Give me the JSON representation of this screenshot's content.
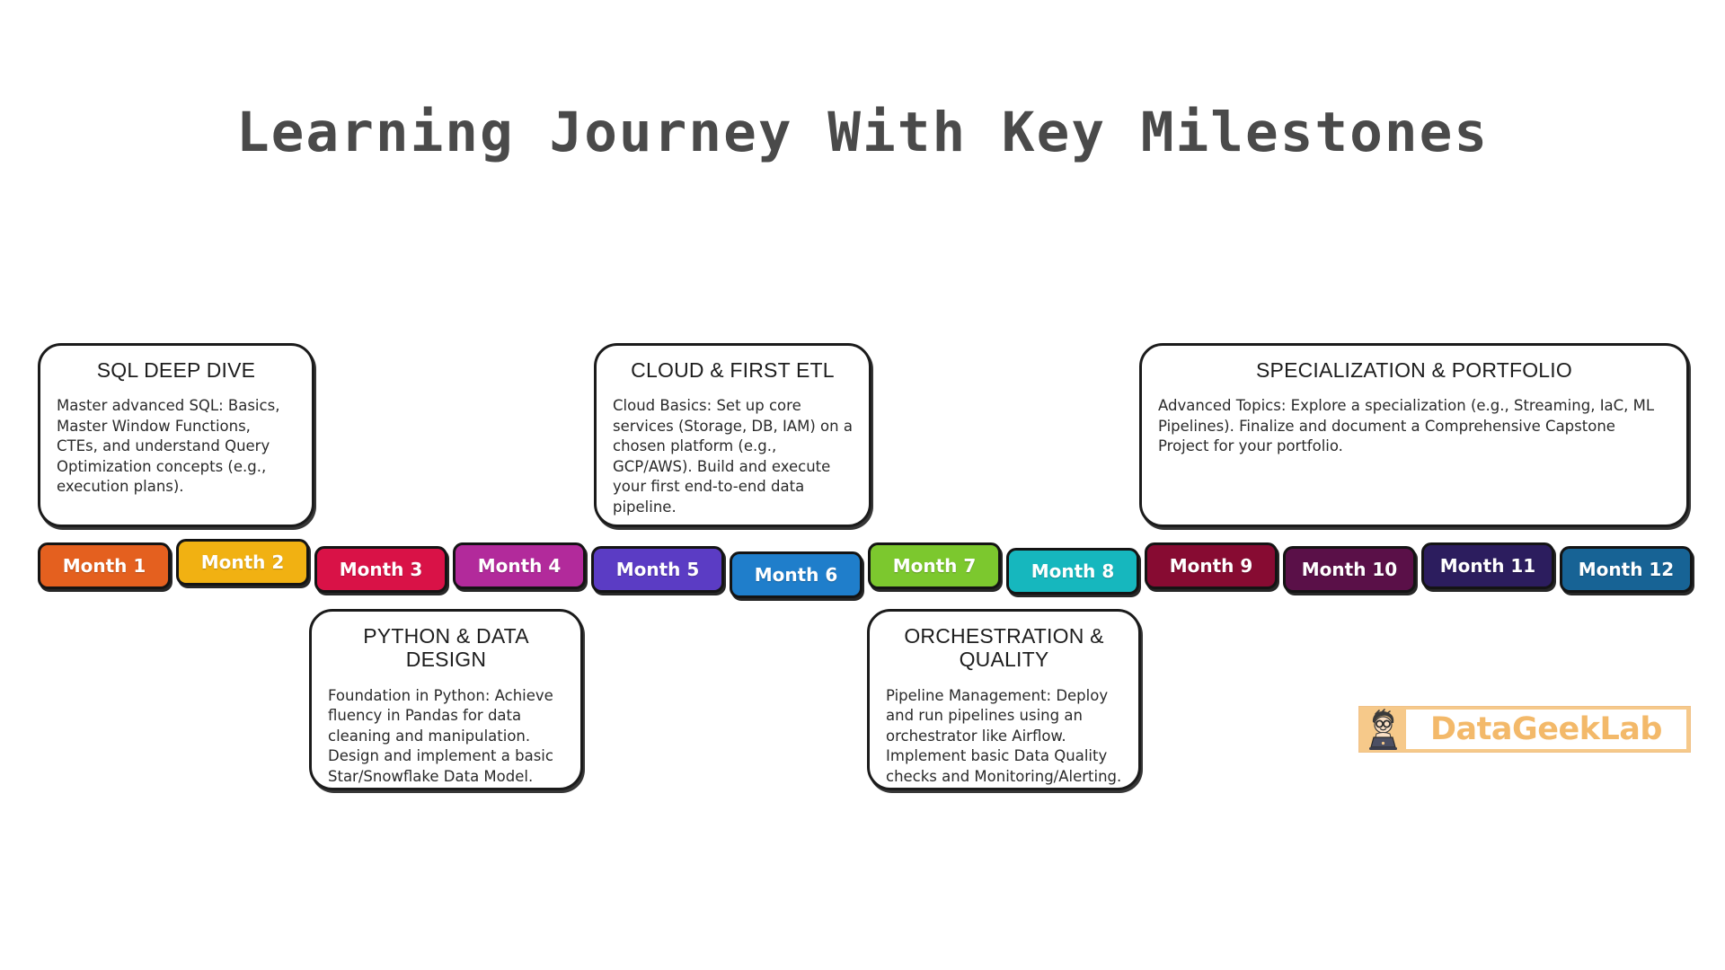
{
  "page": {
    "title": "Learning Journey With Key Milestones",
    "background_color": "#ffffff",
    "title_color": "#4a4a4a"
  },
  "timeline": {
    "months": [
      {
        "label": "Month 1",
        "color": "#e4601f"
      },
      {
        "label": "Month 2",
        "color": "#f1b112"
      },
      {
        "label": "Month 3",
        "color": "#d91247"
      },
      {
        "label": "Month 4",
        "color": "#b22a9b"
      },
      {
        "label": "Month 5",
        "color": "#5b3cc4"
      },
      {
        "label": "Month 6",
        "color": "#1f7ecb"
      },
      {
        "label": "Month 7",
        "color": "#7cc82e"
      },
      {
        "label": "Month 8",
        "color": "#16b7be"
      },
      {
        "label": "Month 9",
        "color": "#870b32"
      },
      {
        "label": "Month 10",
        "color": "#5a1048"
      },
      {
        "label": "Month 11",
        "color": "#2c1d5e"
      },
      {
        "label": "Month 12",
        "color": "#176395"
      }
    ]
  },
  "milestones": {
    "above": [
      {
        "title": "SQL DEEP DIVE",
        "body": "Master advanced SQL: Basics, Master Window Functions, CTEs, and understand Query Optimization concepts (e.g., execution plans)."
      },
      {
        "title": "CLOUD & FIRST ETL",
        "body": "Cloud Basics: Set up core services (Storage, DB, IAM) on a chosen platform (e.g., GCP/AWS). Build and execute your first end-to-end data pipeline."
      },
      {
        "title": "SPECIALIZATION & PORTFOLIO",
        "body": "Advanced Topics: Explore a specialization (e.g., Streaming, IaC, ML Pipelines). Finalize and document a Comprehensive Capstone Project for your portfolio."
      }
    ],
    "below": [
      {
        "title": "PYTHON & DATA DESIGN",
        "body": "Foundation in Python: Achieve fluency in Pandas for data cleaning and manipulation. Design and implement a basic Star/Snowflake Data Model."
      },
      {
        "title": "ORCHESTRATION & QUALITY",
        "body": "Pipeline Management: Deploy and run pipelines using an orchestrator like Airflow. Implement basic Data Quality checks and Monitoring/Alerting."
      }
    ]
  },
  "logo": {
    "wordmark": "DataGeekLab",
    "background_color": "#f6c98a",
    "text_color": "#f3b96a"
  }
}
